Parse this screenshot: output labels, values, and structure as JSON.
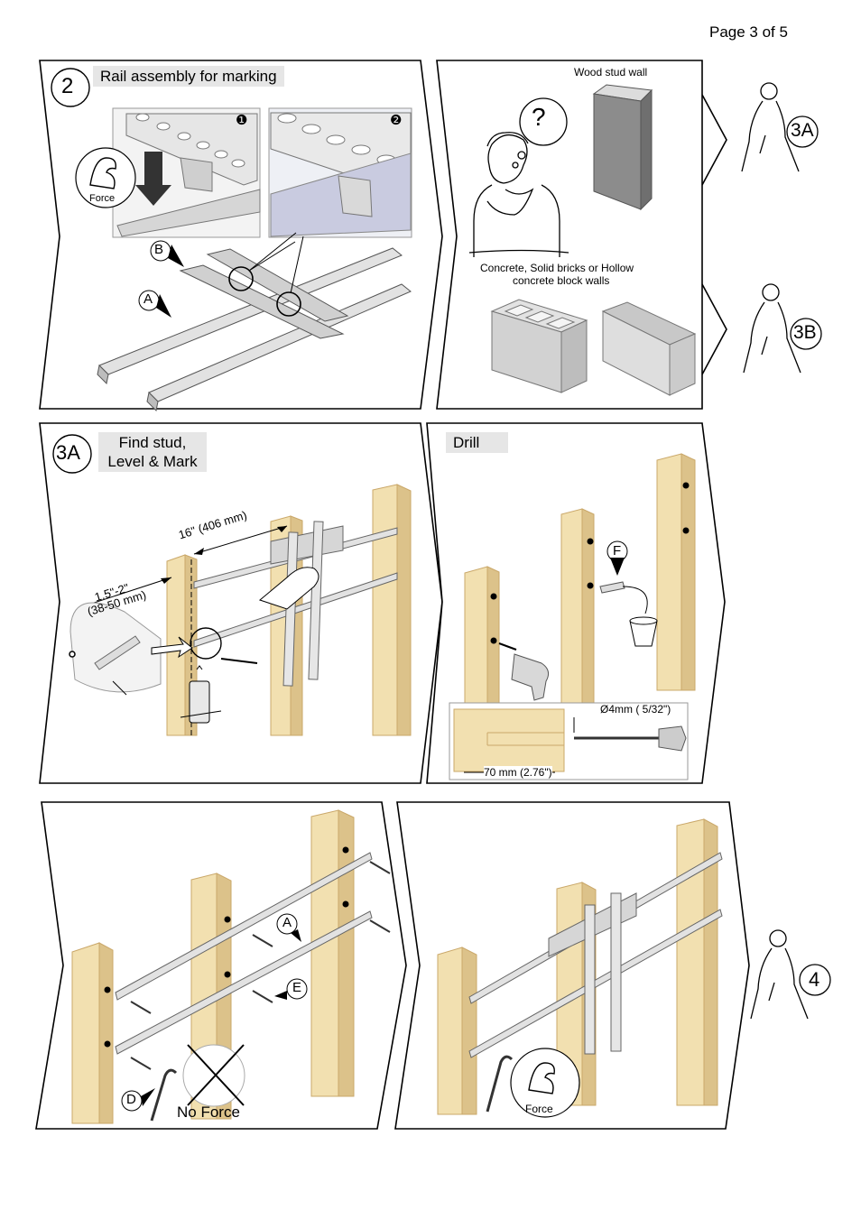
{
  "page": {
    "number_label": "Page 3 of 5"
  },
  "step2": {
    "number": "2",
    "title": "Rail assembly for marking",
    "detail1": "❶",
    "detail2": "❷",
    "force_label": "Force",
    "label_a": "A",
    "label_b": "B"
  },
  "wall_choice": {
    "wood_label": "Wood stud wall",
    "question": "?",
    "concrete_label_line1": "Concrete, Solid bricks or Hollow",
    "concrete_label_line2": "concrete block walls",
    "go_3a": "3A",
    "go_3b": "3B"
  },
  "step3a": {
    "number": "3A",
    "title_line1": "Find stud,",
    "title_line2": "Level & Mark",
    "dim_spacing": "16\" (406 mm)",
    "dim_edge_line1": "1.5\"-2\"",
    "dim_edge_line2": "(38-50 mm)"
  },
  "drill": {
    "title": "Drill",
    "label_f": "F",
    "bit_size": "Ø4mm ( 5/32\")",
    "depth": "70  mm (2.76\")"
  },
  "mount_rails": {
    "label_a": "A",
    "label_e": "E",
    "label_d": "D",
    "no_force": "No Force"
  },
  "attach_plate": {
    "force_label": "Force",
    "go_4": "4"
  },
  "colors": {
    "stud_wood": "#f2e0b0",
    "stud_edge": "#caa86a",
    "label_fill": "#e6e6e6",
    "metal": "#d8d8d8"
  }
}
